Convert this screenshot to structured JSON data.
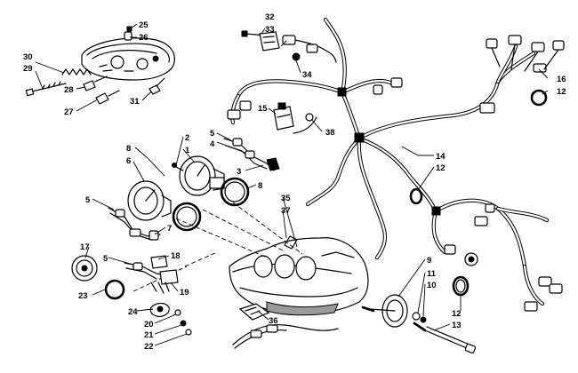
{
  "callouts": {
    "c25": "25",
    "c26": "26",
    "c30": "30",
    "c29": "29",
    "c28": "28",
    "c27": "27",
    "c31": "31",
    "c32": "32",
    "c33": "33",
    "c34": "34",
    "c15": "15",
    "c38": "38",
    "c16": "16",
    "c12a": "12",
    "c8a": "8",
    "c2": "2",
    "c1": "1",
    "c6": "6",
    "c5a": "5",
    "c4": "4",
    "c3": "3",
    "c8b": "8",
    "c5b": "5",
    "c7": "7",
    "c35": "35",
    "c37": "37",
    "c14": "14",
    "c12b": "12",
    "c17": "17",
    "c5c": "5",
    "c18": "18",
    "c23": "23",
    "c19": "19",
    "c24": "24",
    "c20": "20",
    "c21": "21",
    "c22": "22",
    "c36": "36",
    "c9": "9",
    "c11": "11",
    "c10": "10",
    "c12c": "12",
    "c13": "13"
  }
}
